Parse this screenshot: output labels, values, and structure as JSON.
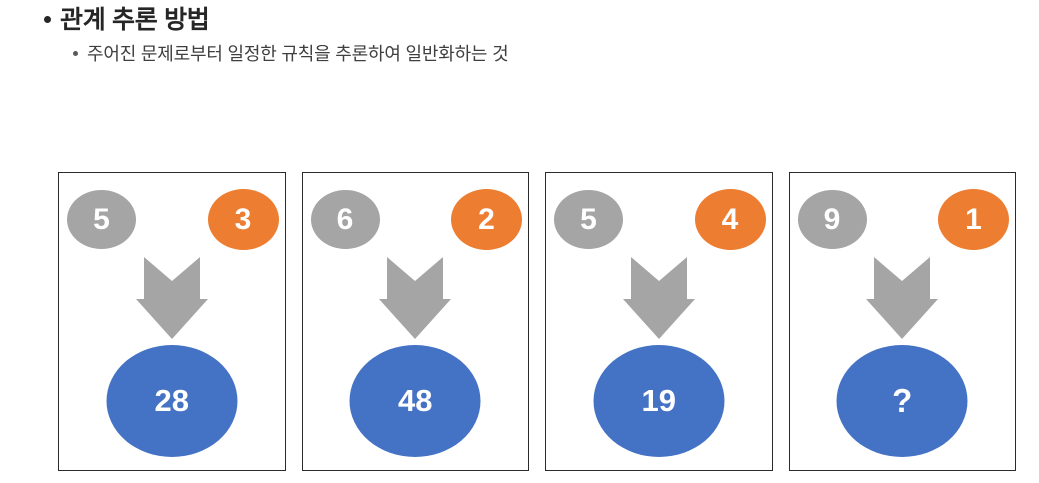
{
  "slide": {
    "title": "관계 추론 방법",
    "subtitle": "주어진 문제로부터 일정한 규칙을 추론하여 일반화하는 것",
    "colors": {
      "gray": "#A5A5A5",
      "orange": "#ED7D31",
      "blue": "#4472C4",
      "panel_border": "#2B2B2B",
      "title_text": "#262626",
      "subtitle_text": "#3F3F3F",
      "value_text": "#FFFFFF"
    }
  },
  "panels": [
    {
      "left_value": "5",
      "right_value": "3",
      "result_value": "28",
      "arrow": "down-arrow-icon"
    },
    {
      "left_value": "6",
      "right_value": "2",
      "result_value": "48",
      "arrow": "down-arrow-icon"
    },
    {
      "left_value": "5",
      "right_value": "4",
      "result_value": "19",
      "arrow": "down-arrow-icon"
    },
    {
      "left_value": "9",
      "right_value": "1",
      "result_value": "?",
      "arrow": "down-arrow-icon"
    }
  ]
}
